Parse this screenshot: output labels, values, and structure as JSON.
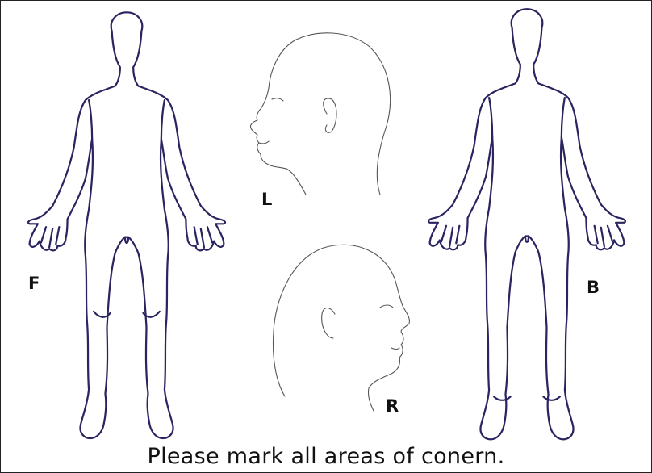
{
  "labels": {
    "front": "F",
    "back": "B",
    "left": "L",
    "right": "R"
  },
  "caption": "Please mark all areas of conern.",
  "colors": {
    "outline": "#2a2460",
    "head_sketch": "#555555",
    "frame": "#222222"
  }
}
